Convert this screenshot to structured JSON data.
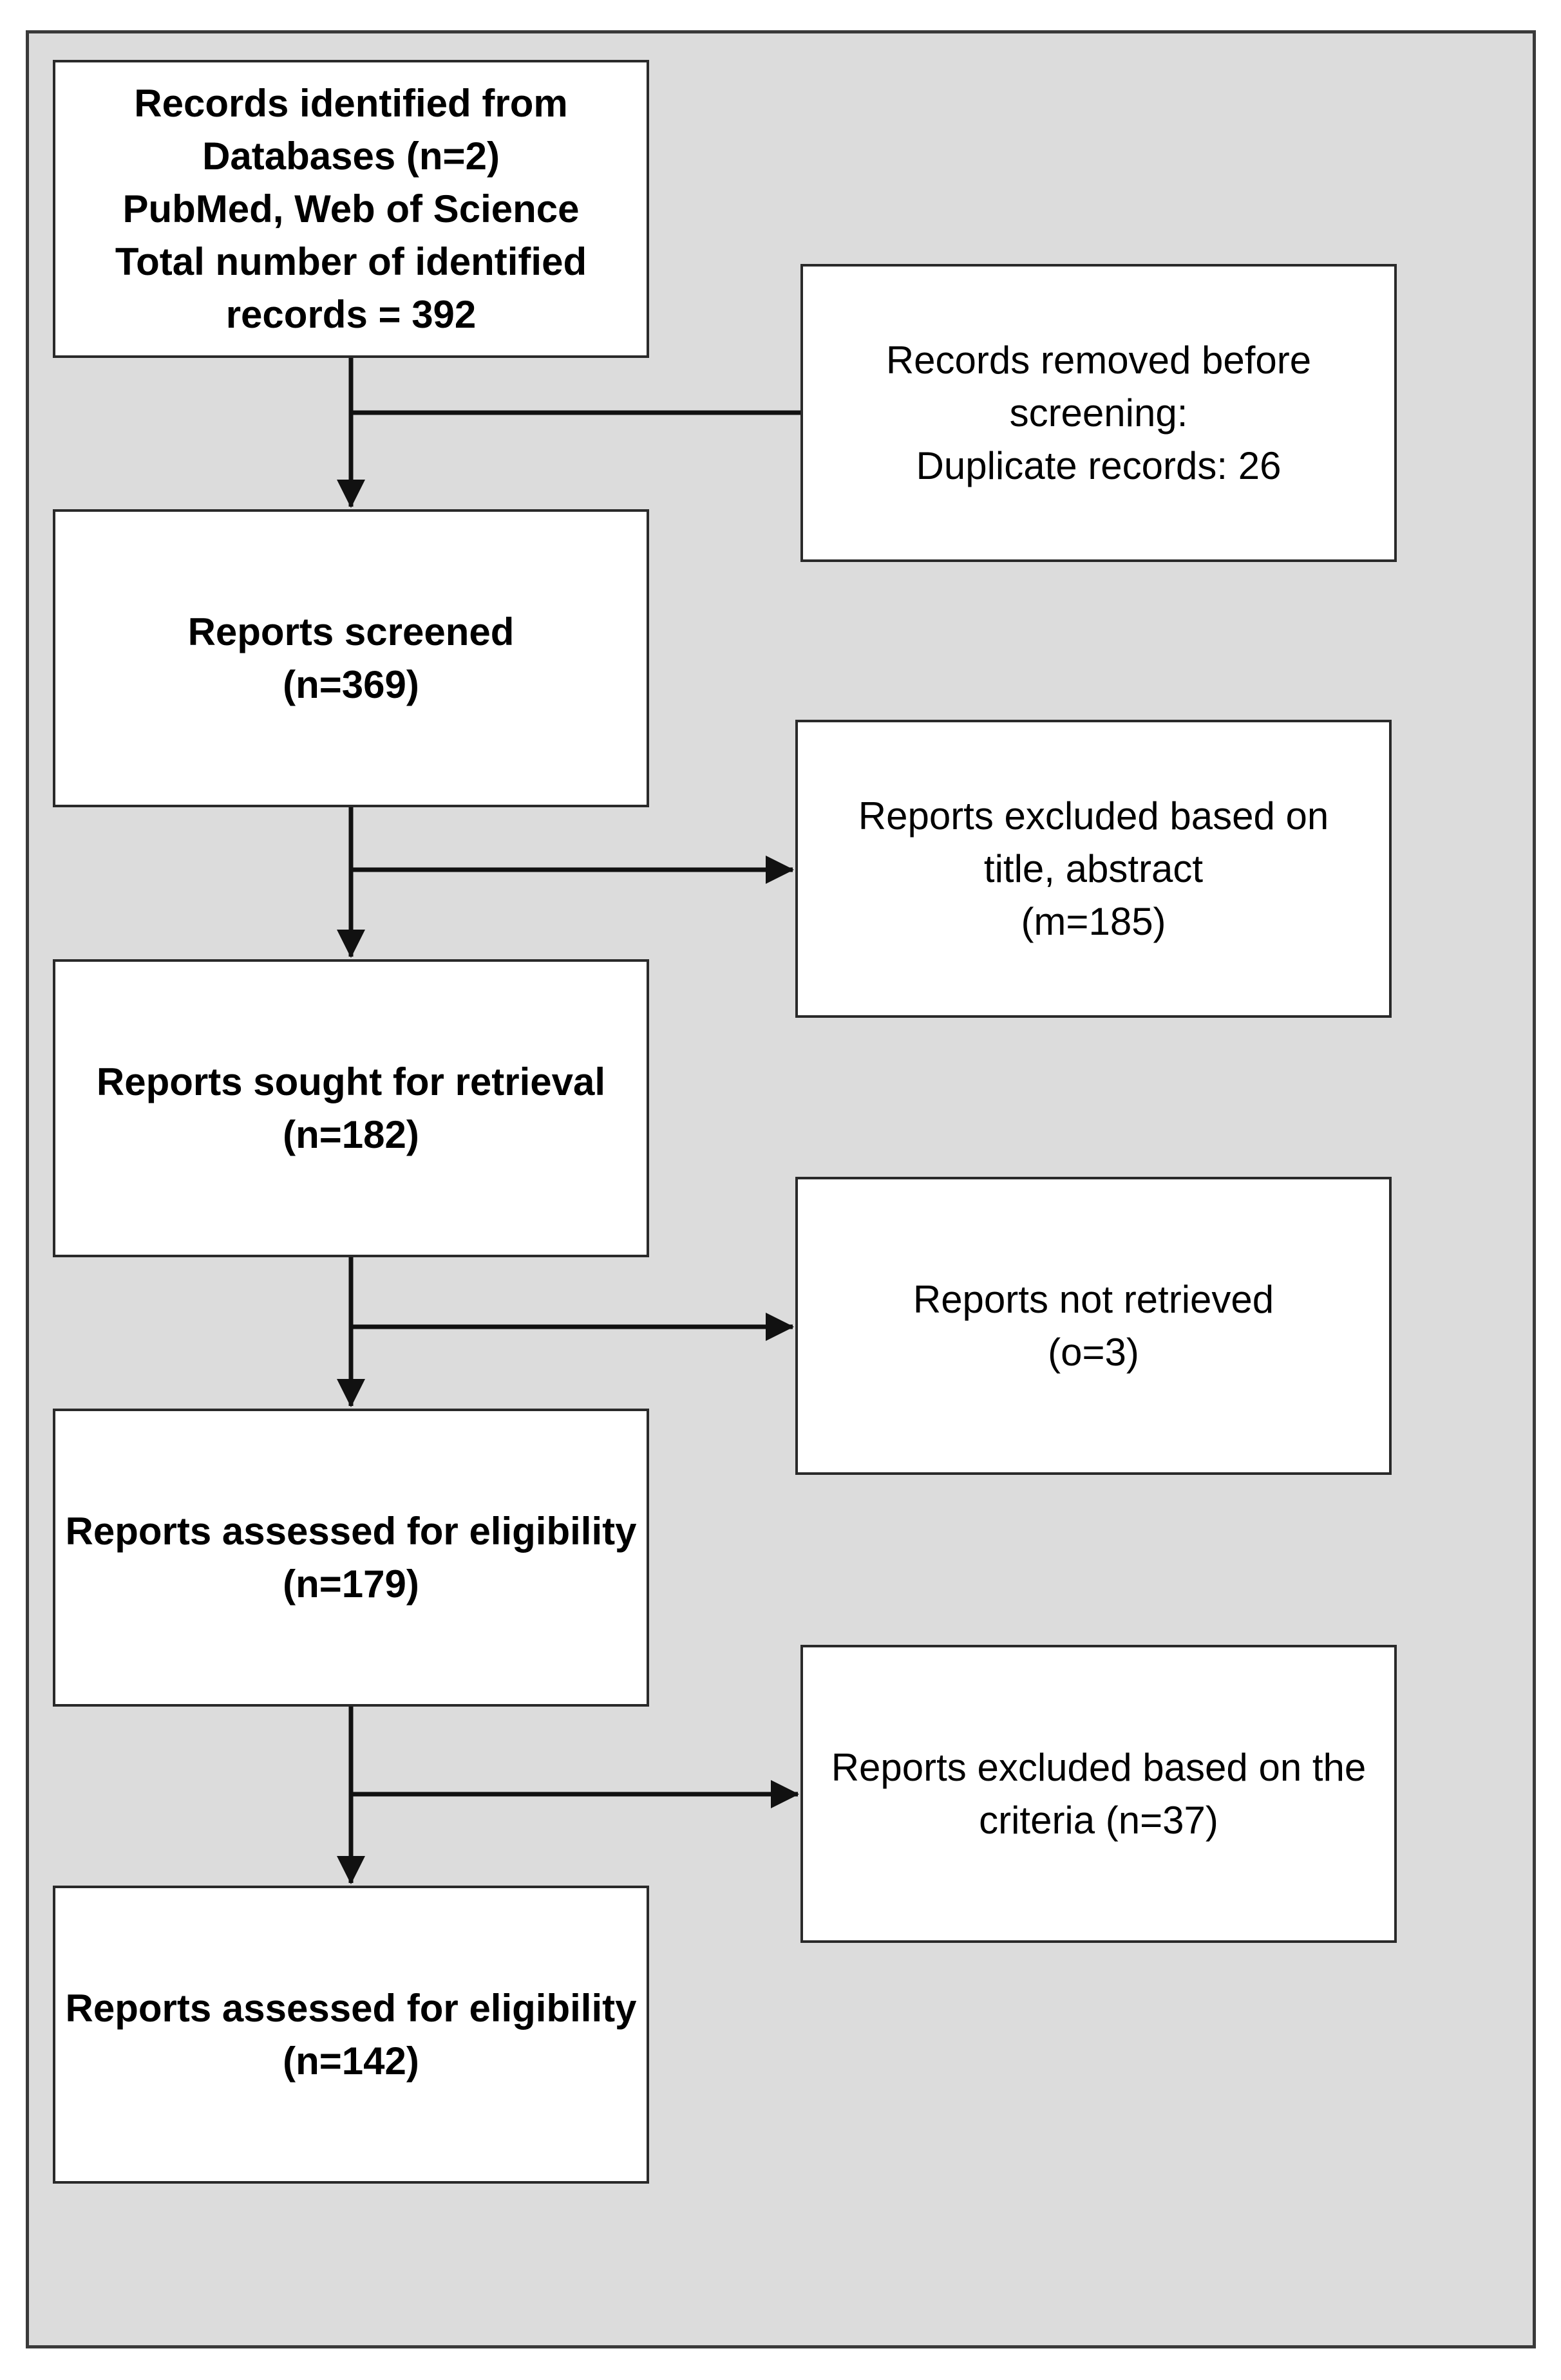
{
  "diagram": {
    "main_boxes": [
      {
        "lines": [
          "Records identified from",
          "Databases (n=2)",
          "PubMed, Web of Science",
          "Total number of identified",
          "records = 392"
        ]
      },
      {
        "lines": [
          "Reports screened",
          "(n=369)"
        ]
      },
      {
        "lines": [
          "Reports sought for retrieval",
          "(n=182)"
        ]
      },
      {
        "lines": [
          "Reports assessed for eligibility",
          "(n=179)"
        ]
      },
      {
        "lines": [
          "Reports assessed for eligibility",
          "(n=142)"
        ]
      }
    ],
    "side_boxes": [
      {
        "lines": [
          "Records removed before",
          "screening:",
          "Duplicate records: 26"
        ]
      },
      {
        "lines": [
          "Reports excluded based on",
          "title, abstract",
          "(m=185)"
        ]
      },
      {
        "lines": [
          "Reports not retrieved",
          "(o=3)"
        ]
      },
      {
        "lines": [
          "Reports excluded based on the",
          "criteria (n=37)"
        ]
      }
    ],
    "colors": {
      "panel_background": "#dcdcdc",
      "box_background": "#ffffff",
      "border": "#2a2a2a",
      "line": "#111111",
      "text": "#000000"
    }
  }
}
